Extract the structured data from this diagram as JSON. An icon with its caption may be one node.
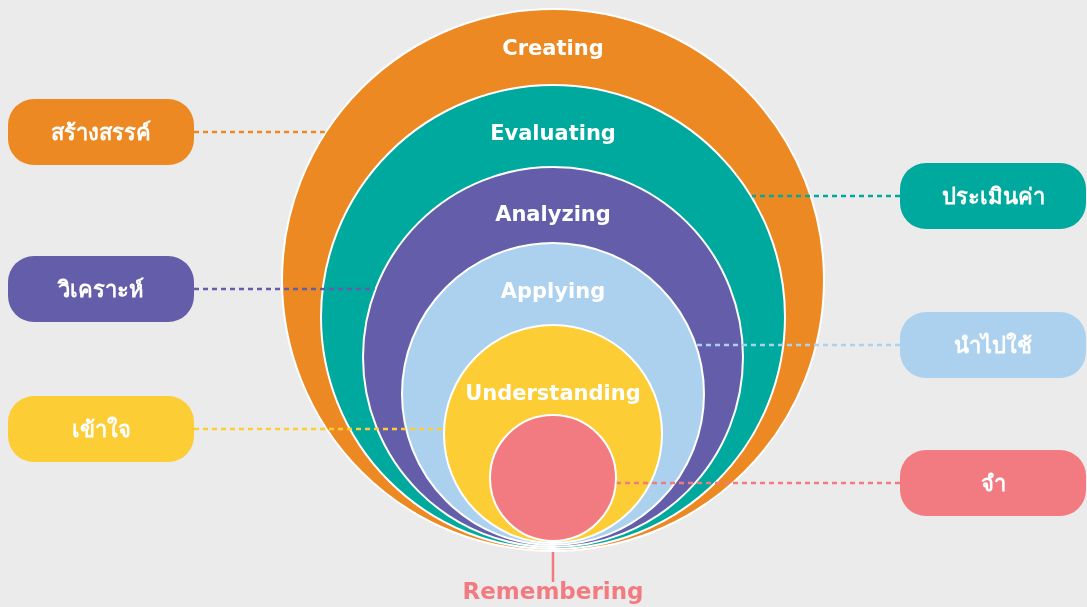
{
  "diagram": {
    "nodes": [
      {
        "text": [
          "Creating"
        ]
      },
      {
        "text": [
          "Evaluating"
        ],
        "in": 0
      },
      {
        "text": [
          "Analyzing"
        ],
        "in": 1
      },
      {
        "text": [
          "Applying"
        ],
        "in": 2
      },
      {
        "text": [
          "Understanding"
        ],
        "in": 3
      },
      {
        "text": [],
        "shape": "circle",
        "in": 4
      },
      {
        "text": [
          "Remembering"
        ]
      },
      {
        "text": [
          "สร้างสรรค์"
        ]
      },
      {
        "text": [
          "วิเคราะห์"
        ]
      },
      {
        "text": [
          "เข้าใจ"
        ]
      },
      {
        "text": [
          "ประเมินค่า"
        ]
      },
      {
        "text": [
          "นำไปใช้"
        ]
      },
      {
        "text": [
          "จำ"
        ]
      }
    ],
    "edges": [
      {
        "from": 7,
        "to": 0,
        "arrow": "none",
        "style": "dashed",
        "color": "#ec8923"
      },
      {
        "from": 10,
        "to": 1,
        "arrow": "none",
        "style": "dashed",
        "color": "#00a99d"
      },
      {
        "from": 8,
        "to": 2,
        "arrow": "none",
        "style": "dashed",
        "color": "#645eaa"
      },
      {
        "from": 11,
        "to": 3,
        "arrow": "none",
        "style": "dashed",
        "color": "#abd1ef"
      },
      {
        "from": 9,
        "to": 4,
        "arrow": "none",
        "style": "dashed",
        "color": "#fccd34"
      },
      {
        "from": 12,
        "to": 5,
        "arrow": "none",
        "style": "dashed",
        "color": "#f27b81"
      },
      {
        "from": 6,
        "to": 5,
        "arrow": "none",
        "color": "#f27b81"
      }
    ]
  }
}
